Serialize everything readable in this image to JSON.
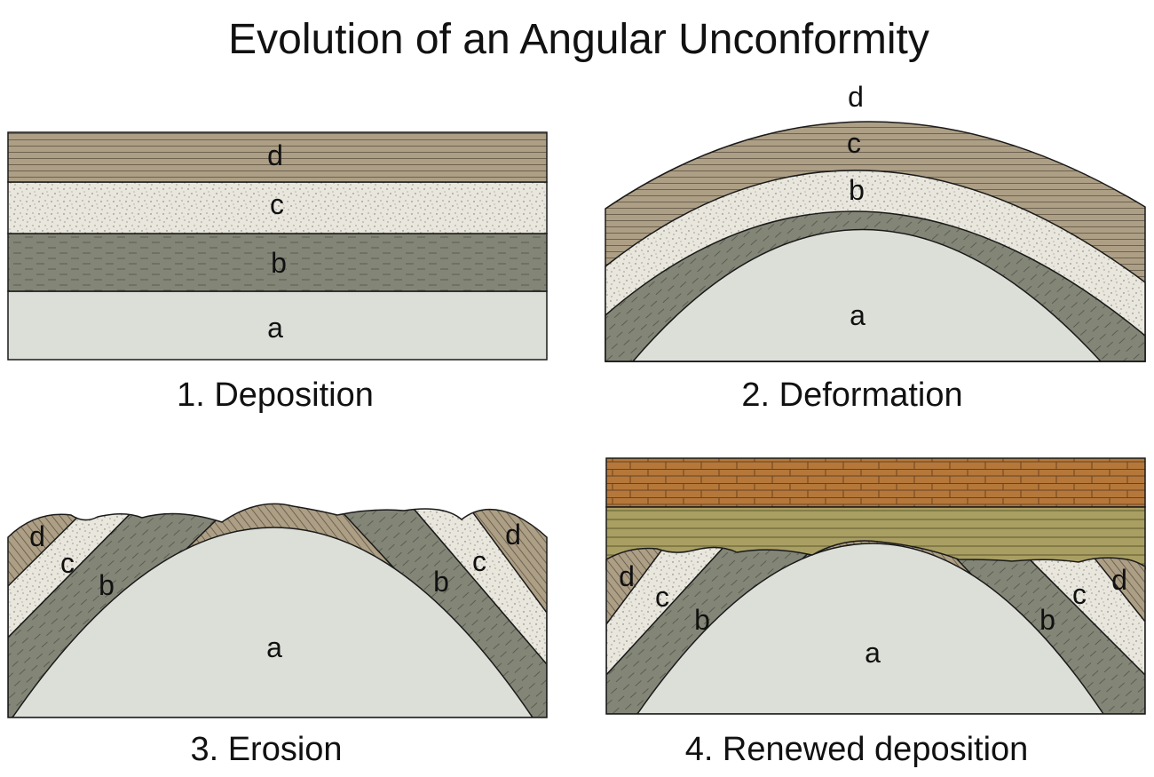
{
  "title": "Evolution of an Angular Unconformity",
  "panels": [
    {
      "caption": "1.  Deposition",
      "labels": {
        "a": "a",
        "b": "b",
        "c": "c",
        "d": "d"
      }
    },
    {
      "caption": "2.  Deformation",
      "labels": {
        "a": "a",
        "b": "b",
        "c": "c",
        "d": "d"
      }
    },
    {
      "caption": "3.  Erosion",
      "labels": {
        "a": "a",
        "b_left": "b",
        "c_left": "c",
        "d_left": "d",
        "b_right": "b",
        "c_right": "c",
        "d_right": "d"
      }
    },
    {
      "caption": "4.  Renewed deposition",
      "labels": {
        "a": "a",
        "b_left": "b",
        "c_left": "c",
        "d_left": "d",
        "b_right": "b",
        "c_right": "c",
        "d_right": "d"
      }
    }
  ],
  "colors": {
    "layer_a": "#dcdfd8",
    "layer_b": "#838677",
    "layer_c": "#e9e7dd",
    "layer_d": "#ad9f85",
    "new_sediment_olive": "#a99f63",
    "new_sediment_brick": "#b5783a",
    "outline": "#1a1a1a"
  }
}
